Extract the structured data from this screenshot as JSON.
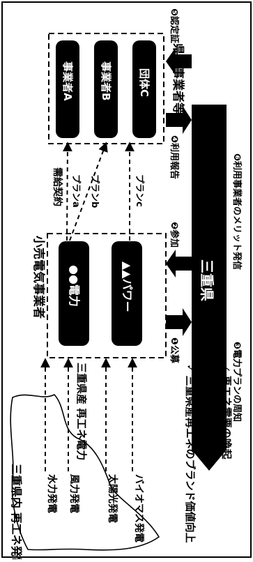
{
  "region": {
    "title": "三重県内 再工ネ発電所",
    "sources": [
      "水力発電",
      "風力発電",
      "太陽光発電",
      "バイオマス発電"
    ]
  },
  "brand_label": "三重県産 再工ネ電力",
  "retailers": {
    "title": "小売電気事業者",
    "items": [
      "●●電力",
      "▲▲パワー"
    ]
  },
  "contract_label": "需給契約",
  "plans": [
    "プランa",
    "プランb",
    "プランc"
  ],
  "businesses": {
    "title": "県内事業者等",
    "items": [
      "事業者A",
      "事業者B",
      "団体C"
    ]
  },
  "prefecture": {
    "name": "三重県"
  },
  "steps": [
    {
      "marker": "❶",
      "label": "公募"
    },
    {
      "marker": "❷",
      "label": "参加"
    },
    {
      "marker": "❸",
      "label": "電力プランの周知"
    },
    {
      "marker": "❹",
      "label": "利用報告"
    },
    {
      "marker": "❺",
      "label": "認定証"
    },
    {
      "marker": "❻",
      "label": "利用事業者のメリット発信"
    }
  ],
  "benefits": [
    "三重県産再エネのブランド価値向上",
    "再エネ需要の喚起"
  ],
  "benefit_mark": "✓"
}
